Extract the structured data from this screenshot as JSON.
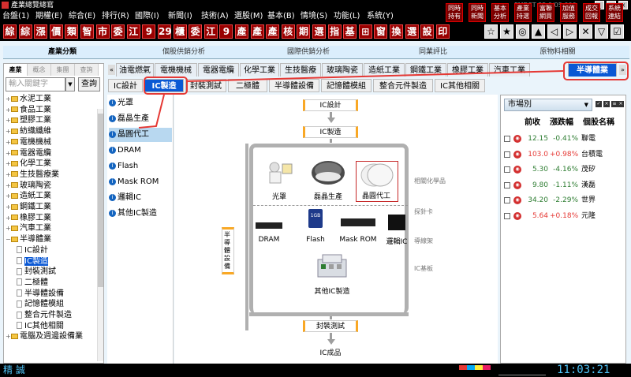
{
  "window": {
    "title": "產業總覽總寫",
    "version": "FMDST 35.0/05.000"
  },
  "menu": [
    "台盤(1)",
    "期權(E)",
    "綜合(E)",
    "排行(R)",
    "國際(I)",
    "新聞(I)",
    "技術(A)",
    "選股(M)",
    "基本(B)",
    "情境(S)",
    "功能(L)",
    "系統(Y)"
  ],
  "quick_buttons": [
    "同時\n持有",
    "同時\n新聞",
    "基本\n分析",
    "產業\n持選",
    "富聯\n網買",
    "加值\n服務",
    "成交\n回報",
    "系統\n連結"
  ],
  "toolbar": [
    "綜",
    "綜",
    "漲",
    "價",
    "類",
    "智",
    "市",
    "委",
    "江",
    "9",
    "29",
    "櫃",
    "委",
    "江",
    "9",
    "產",
    "產",
    "產",
    "核",
    "期",
    "選",
    "指",
    "基",
    "⊞",
    "窗",
    "換",
    "選",
    "設",
    "印"
  ],
  "top_tabs": [
    "產業分類",
    "個股供銷分析",
    "國際供銷分析",
    "同業評比",
    "原物料相關"
  ],
  "sidebar": {
    "tabs": [
      "產業",
      "概念",
      "集團",
      "查詢"
    ],
    "search_placeholder": "輸入關鍵字",
    "search_button": "查詢",
    "items": [
      {
        "label": "水泥工業",
        "level": 0
      },
      {
        "label": "食品工業",
        "level": 0
      },
      {
        "label": "塑膠工業",
        "level": 0
      },
      {
        "label": "紡織纖維",
        "level": 0
      },
      {
        "label": "電機機械",
        "level": 0
      },
      {
        "label": "電器電纜",
        "level": 0
      },
      {
        "label": "化學工業",
        "level": 0
      },
      {
        "label": "生技醫療業",
        "level": 0
      },
      {
        "label": "玻璃陶瓷",
        "level": 0
      },
      {
        "label": "造紙工業",
        "level": 0
      },
      {
        "label": "鋼鐵工業",
        "level": 0
      },
      {
        "label": "橡膠工業",
        "level": 0
      },
      {
        "label": "汽車工業",
        "level": 0
      },
      {
        "label": "半導體業",
        "level": 0
      },
      {
        "label": "IC設計",
        "level": 1
      },
      {
        "label": "IC製造",
        "level": 1,
        "selected": true
      },
      {
        "label": "封裝測試",
        "level": 1
      },
      {
        "label": "二極體",
        "level": 1
      },
      {
        "label": "半導體設備",
        "level": 1
      },
      {
        "label": "記憶體模組",
        "level": 1
      },
      {
        "label": "整合元件製造",
        "level": 1
      },
      {
        "label": "IC其他相關",
        "level": 1
      },
      {
        "label": "電腦及週邊設備業",
        "level": 0
      }
    ]
  },
  "industry_tabs": [
    "油電燃氣",
    "電機機械",
    "電器電纜",
    "化學工業",
    "生技醫療",
    "玻璃陶瓷",
    "造紙工業",
    "鋼鐵工業",
    "橡膠工業",
    "汽車工業",
    "半導體業"
  ],
  "sub_tabs": [
    "IC設計",
    "IC製造",
    "封裝測試",
    "二極體",
    "半導體設備",
    "記憶體模組",
    "整合元件製造",
    "IC其他相關"
  ],
  "list_items": [
    {
      "label": "光罩"
    },
    {
      "label": "磊晶生產"
    },
    {
      "label": "晶圓代工",
      "selected": true
    },
    {
      "label": "DRAM"
    },
    {
      "label": "Flash"
    },
    {
      "label": "Mask ROM"
    },
    {
      "label": "邏輯IC"
    },
    {
      "label": "其他IC製造"
    }
  ],
  "diagram": {
    "top_flow": [
      "IC設計",
      "IC製造"
    ],
    "bottom_flow": [
      "封裝測試",
      "IC成品"
    ],
    "upper_items": [
      "光罩",
      "磊晶生產",
      "晶圓代工"
    ],
    "lower_items": [
      "DRAM",
      "Flash",
      "Mask ROM",
      "邏輯IC"
    ],
    "other_item": "其他IC製造",
    "side_label": "半導體設備",
    "side_captions": [
      "相關化學品",
      "探針卡",
      "導線架",
      "IC基板"
    ]
  },
  "stock_panel": {
    "filter": "市場別",
    "headers": [
      "前收",
      "漲跌幅",
      "個股名稱"
    ],
    "rows": [
      {
        "price": "12.15",
        "change": "-0.41%",
        "name": "聯電",
        "dir": "dn"
      },
      {
        "price": "103.0",
        "change": "+0.98%",
        "name": "台積電",
        "dir": "up"
      },
      {
        "price": "5.30",
        "change": "-4.16%",
        "name": "茂矽",
        "dir": "dn"
      },
      {
        "price": "9.80",
        "change": "-1.11%",
        "name": "漢磊",
        "dir": "dn"
      },
      {
        "price": "34.20",
        "change": "-2.29%",
        "name": "世界",
        "dir": "dn"
      },
      {
        "price": "5.64",
        "change": "+0.18%",
        "name": "元隆",
        "dir": "up"
      }
    ]
  },
  "status": {
    "left": "精 誠",
    "clock": "11:03:21"
  }
}
